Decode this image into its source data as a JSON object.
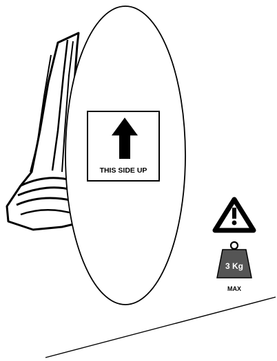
{
  "label": {
    "orientation_text": "THIS SIDE UP",
    "max_weight": "3 Kg",
    "max_caption": "MAX"
  },
  "icons": {
    "orientation": "arrow-up-icon",
    "caution": "warning-triangle-icon",
    "weight": "weight-icon"
  },
  "colors": {
    "ink": "#000000",
    "paper": "#ffffff",
    "weight_fill": "#555555"
  }
}
